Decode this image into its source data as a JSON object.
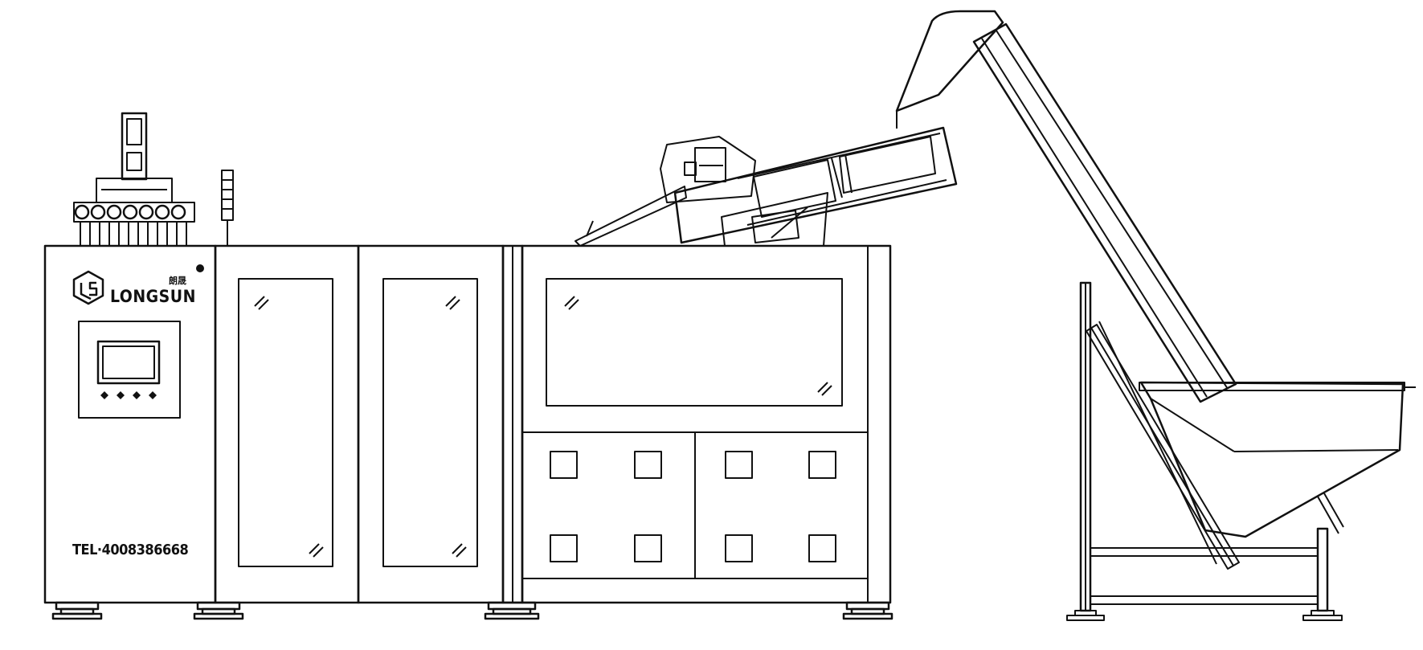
{
  "machine": {
    "brand_name": "LONGSUN",
    "brand_name_cn": "朗晟",
    "telephone_label": "TEL·4008386668"
  },
  "colors": {
    "line": "#111111",
    "background": "#ffffff"
  }
}
